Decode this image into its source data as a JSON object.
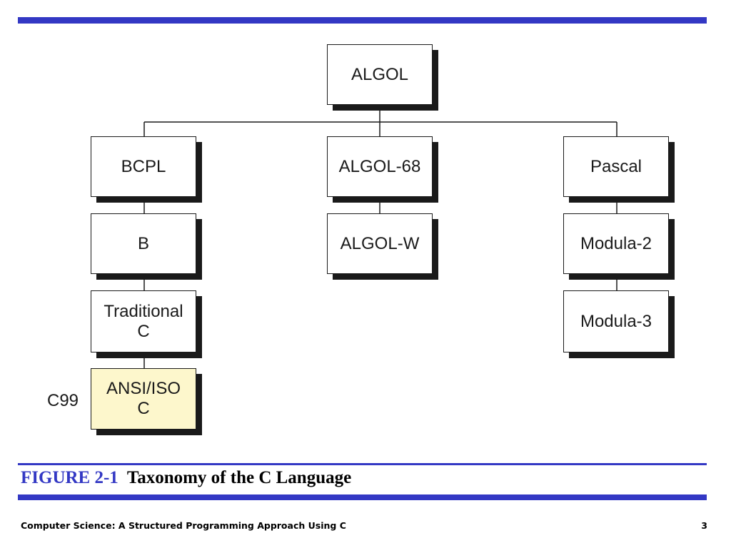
{
  "diagram": {
    "root": "ALGOL",
    "branches": [
      {
        "chain": [
          "BCPL",
          "B",
          "Traditional\nC",
          "ANSI/ISO\nC"
        ]
      },
      {
        "chain": [
          "ALGOL-68",
          "ALGOL-W"
        ]
      },
      {
        "chain": [
          "Pascal",
          "Modula-2",
          "Modula-3"
        ]
      }
    ],
    "side_label": "C99",
    "highlight_fill": "#fdf7cc"
  },
  "caption": {
    "figure_number": "FIGURE 2-1",
    "title": "Taxonomy of the C Language"
  },
  "footer": {
    "book_title": "Computer Science: A Structured Programming Approach Using C",
    "page_number": "3"
  },
  "colors": {
    "accent": "#3338c4",
    "box_border": "#1a1a1a"
  }
}
